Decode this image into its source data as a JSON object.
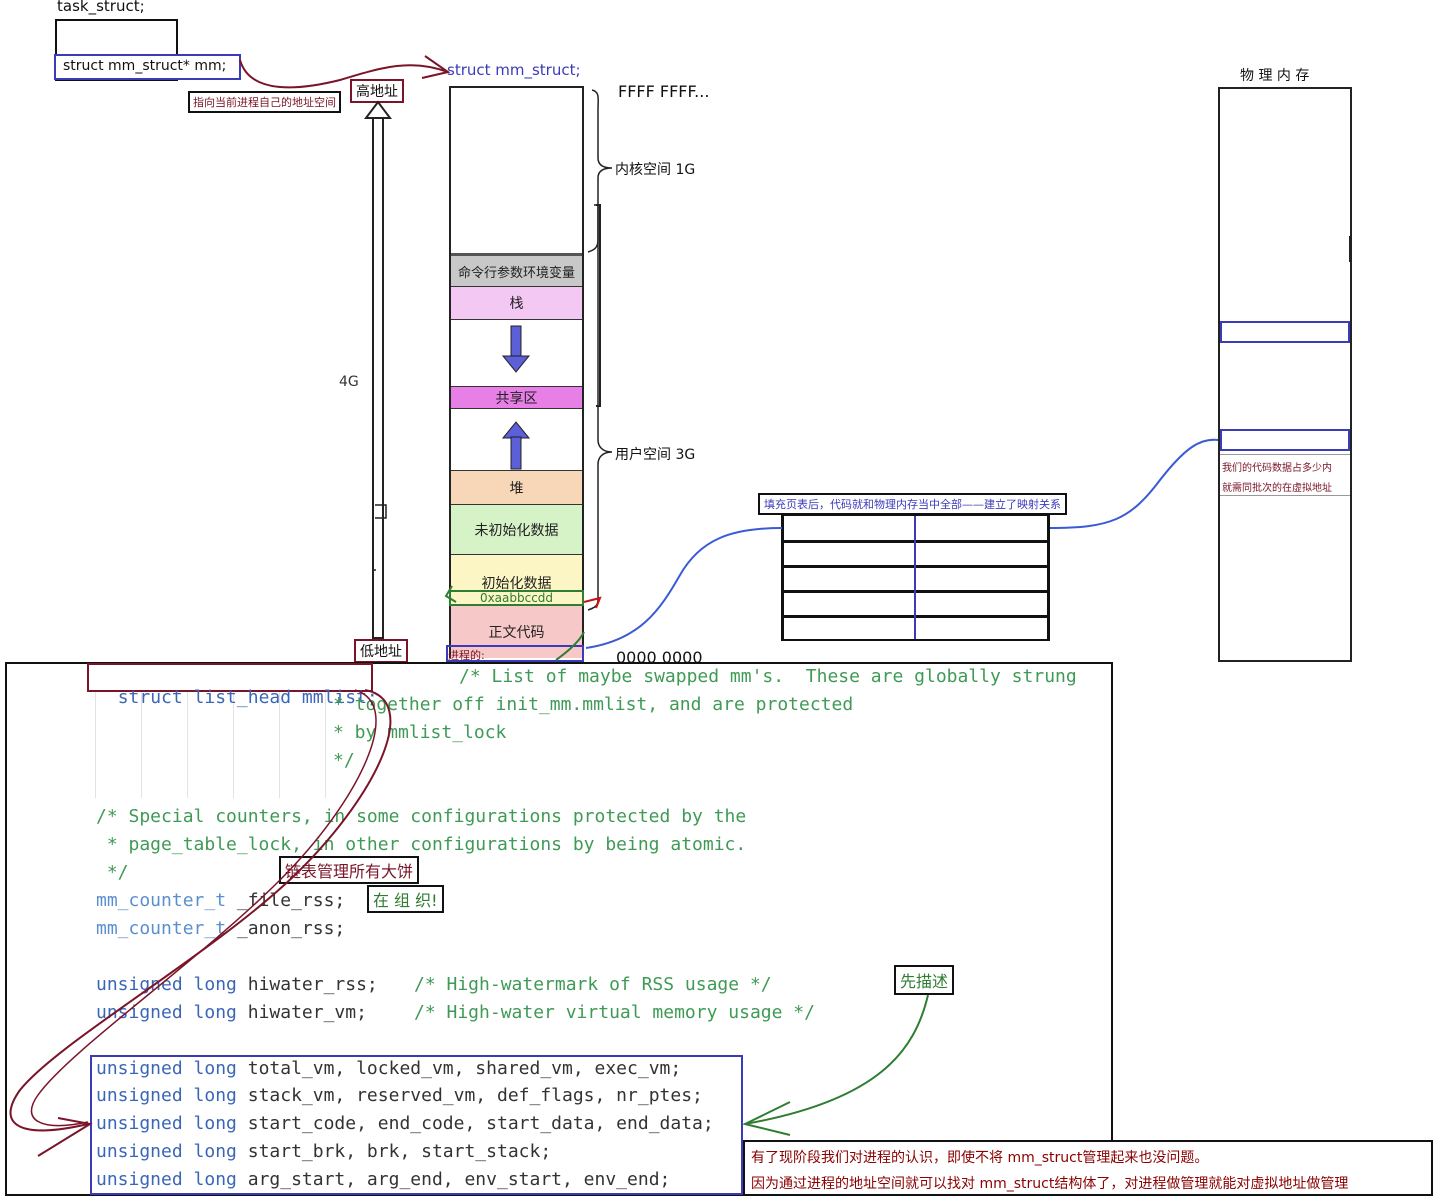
{
  "task_struct": {
    "title": "task_struct;",
    "field": "struct mm_struct* mm;"
  },
  "mm_struct_label": "struct mm_struct;",
  "annot_points_to_own_space": "指向当前进程自己的地址空间",
  "high_addr": "高地址",
  "low_addr": "低地址",
  "size_4g": "4G",
  "top_addr": "FFFF FFFF...",
  "bottom_addr": "0000 0000",
  "kernel_space": "内核空间 1G",
  "user_space": "用户空间 3G",
  "segments": {
    "env": "命令行参数环境变量",
    "stack": "栈",
    "shared": "共享区",
    "heap": "堆",
    "bss": "未初始化数据",
    "data": "初始化数据",
    "data_addr": "0xaabbccdd",
    "text": "正文代码",
    "process": "进程的:"
  },
  "physical_memory_title": "物 理 内 存",
  "page_table_note": "填充页表后，代码就和物理内存当中全部——建立了映射关系",
  "phys_note_1": "我们的代码数据占多少内",
  "phys_note_2": "就需同批次的在虚拟地址",
  "code_lines": {
    "l1_code": "struct list_head mmlist;",
    "l1_comment": "/* List of maybe swapped mm's.  These are globally strung",
    "l2": "* together off init_mm.mmlist, and are protected",
    "l3": "* by mmlist_lock",
    "l4": "*/",
    "l5": "/* Special counters, in some configurations protected by the",
    "l6": " * page_table_lock, in other configurations by being atomic.",
    "l7": " */",
    "l8_type": "mm_counter_t",
    "l8_rest": " _file_rss;",
    "l9_type": "mm_counter_t",
    "l9_rest": " _anon_rss;",
    "l10_kw": "unsigned long",
    "l10_rest": " hiwater_rss;",
    "l10_comment": "/* High-watermark of RSS usage */",
    "l11_kw": "unsigned long",
    "l11_rest": " hiwater_vm;",
    "l11_comment": "/* High-water virtual memory usage */",
    "b1_kw": "unsigned long",
    "b1_rest": " total_vm, locked_vm, shared_vm, exec_vm;",
    "b2_kw": "unsigned long",
    "b2_rest": " stack_vm, reserved_vm, def_flags, nr_ptes;",
    "b3_kw": "unsigned long",
    "b3_rest": " start_code, end_code, start_data, end_data;",
    "b4_kw": "unsigned long",
    "b4_rest": " start_brk, brk, start_stack;",
    "b5_kw": "unsigned long",
    "b5_rest": " arg_start, arg_end, env_start, env_end;"
  },
  "annot_linked_list": "链表管理所有大饼",
  "annot_organize": "在 组 织!",
  "annot_describe_first": "先描述",
  "bottom_note_1": "有了现阶段我们对进程的认识，即使不将 mm_struct管理起来也没问题。",
  "bottom_note_2": "因为通过进程的地址空间就可以找对 mm_struct结构体了，对进程做管理就能对虚拟地址做管理",
  "colors": {
    "dark_red": "#7a1428",
    "blue_box": "#3b3bb8",
    "green": "#2e7d32",
    "curve_blue": "#3a5ad6"
  }
}
